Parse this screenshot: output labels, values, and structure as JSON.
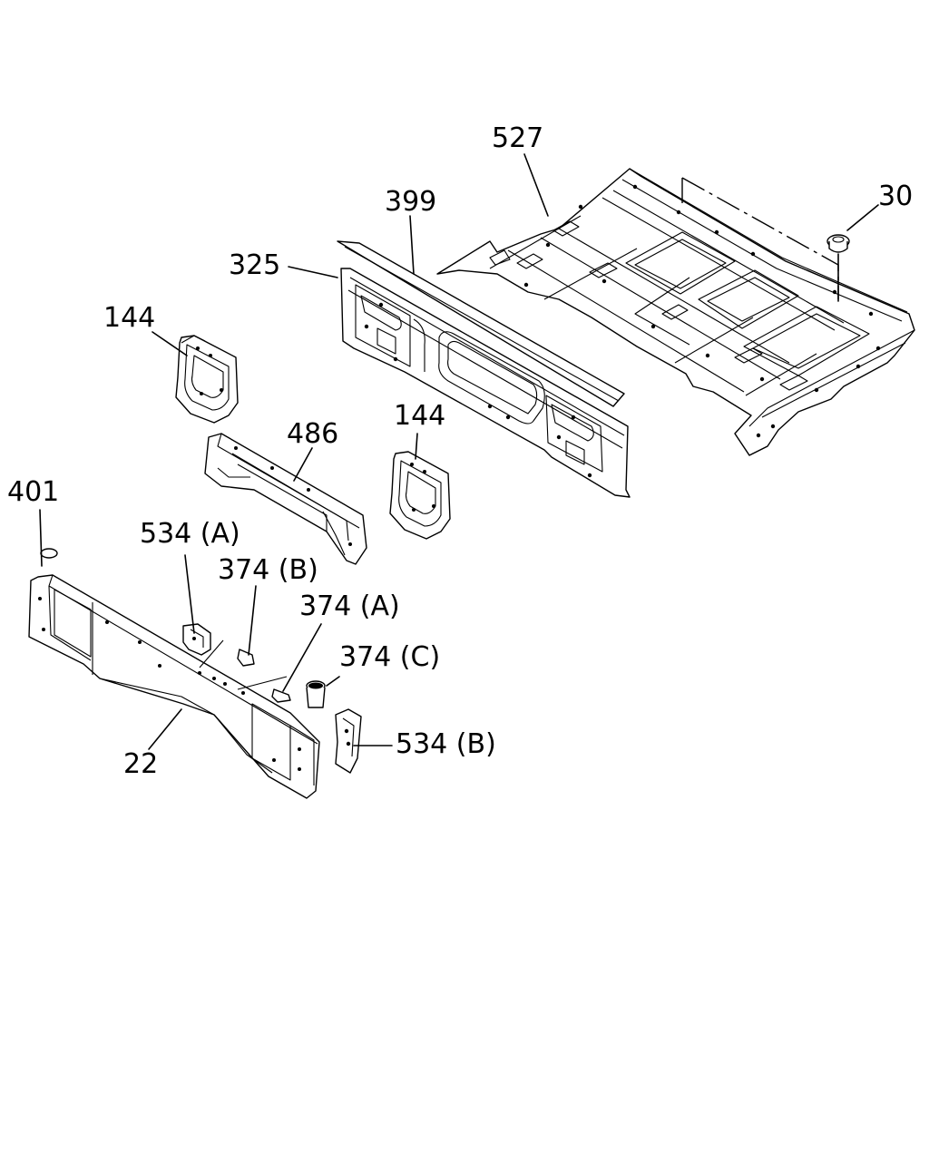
{
  "callouts": {
    "c527": "527",
    "c30": "30",
    "c399": "399",
    "c325": "325",
    "c144a": "144",
    "c144b": "144",
    "c486": "486",
    "c401": "401",
    "c534a": "534 (A)",
    "c374b": "374 (B)",
    "c374a": "374 (A)",
    "c374c": "374 (C)",
    "c534b": "534 (B)",
    "c22": "22"
  }
}
